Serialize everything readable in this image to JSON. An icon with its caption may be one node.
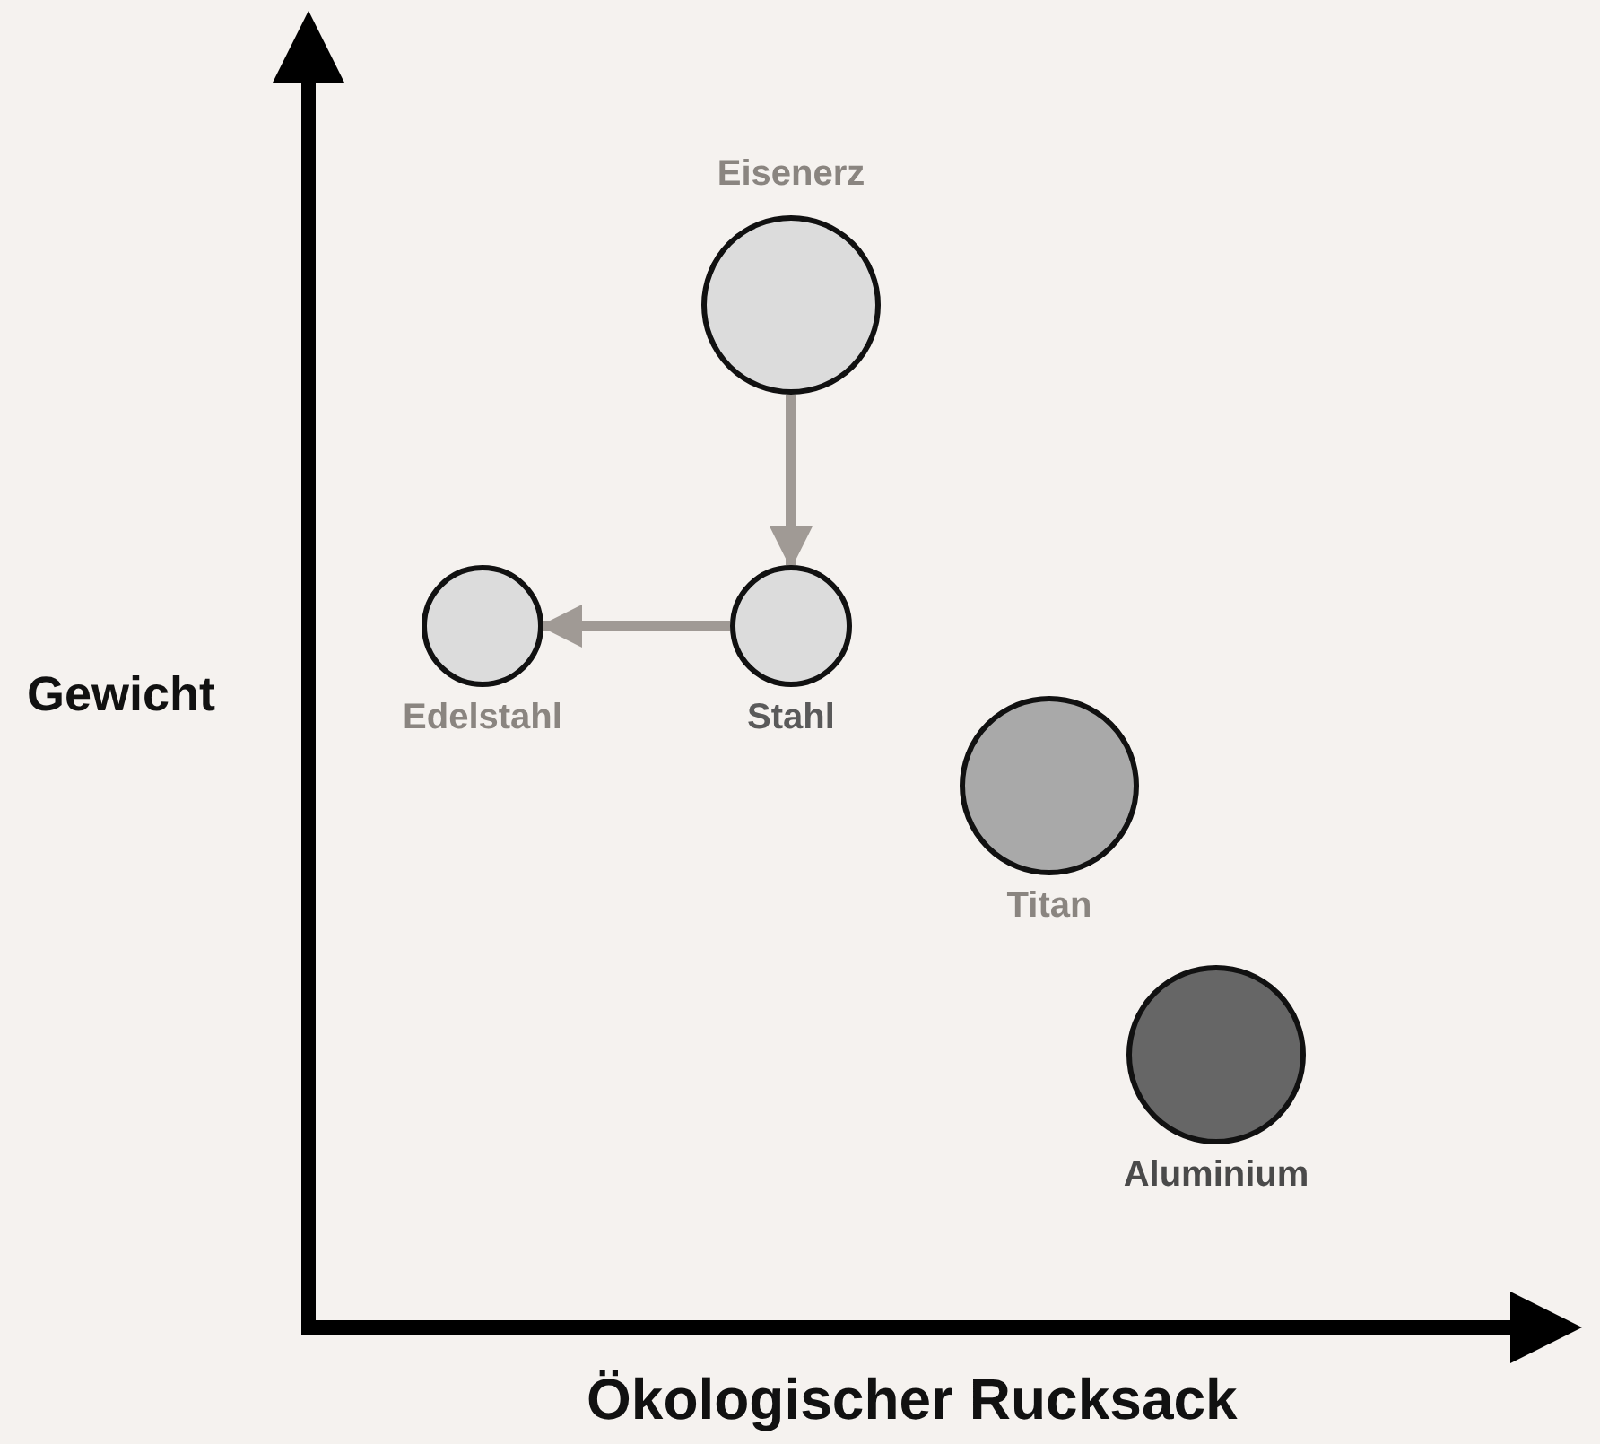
{
  "diagram": {
    "nodes": [
      {
        "text": [
          "Eisenerz"
        ]
      },
      {
        "text": [
          "Edelstahl"
        ]
      },
      {
        "text": [
          "Stahl"
        ]
      },
      {
        "text": [
          "Titan"
        ]
      },
      {
        "text": [
          "Aluminium"
        ]
      }
    ],
    "edges": [
      {
        "from": 0,
        "to": 2,
        "arrow": "to"
      },
      {
        "from": 2,
        "to": 1,
        "arrow": "to"
      }
    ],
    "labels": [
      "Gewicht",
      "Ökologischer Rucksack"
    ]
  }
}
